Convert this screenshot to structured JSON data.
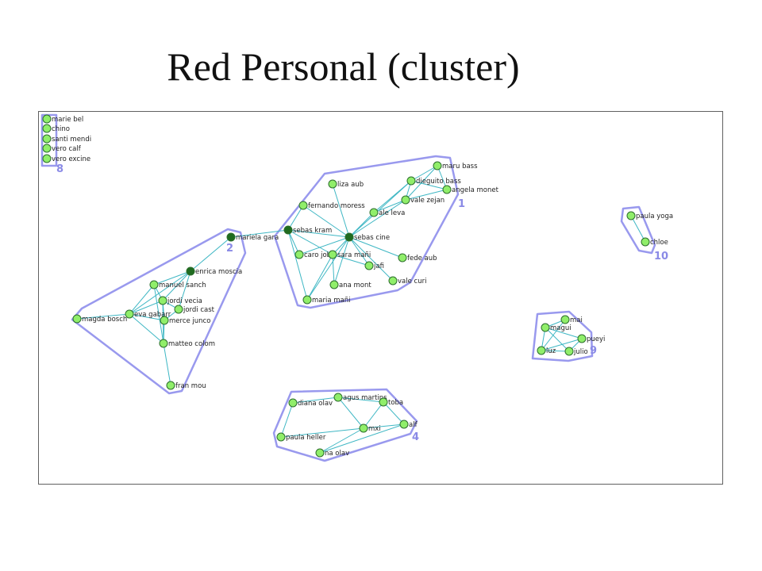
{
  "title": "Red Personal (cluster)",
  "colors": {
    "hull_stroke": "#9999ee",
    "hull_fill": "#ffffff",
    "edge": "#3fb7c4",
    "node": "#90ee6a",
    "hub_node": "#1f6b1f",
    "node_stroke": "#2c6e2c",
    "node_label": "#222222",
    "cluster_label": "#8a8ae6"
  },
  "graph": {
    "clusters": [
      {
        "id": "8",
        "label": "8"
      },
      {
        "id": "1",
        "label": "1"
      },
      {
        "id": "2",
        "label": "2"
      },
      {
        "id": "10",
        "label": "10"
      },
      {
        "id": "9",
        "label": "9"
      },
      {
        "id": "4",
        "label": "4"
      }
    ],
    "nodes": [
      {
        "id": "marie_bel",
        "label": "marie bel",
        "cluster": "8"
      },
      {
        "id": "chino",
        "label": "chino",
        "cluster": "8"
      },
      {
        "id": "santi_mendi",
        "label": "santi mendi",
        "cluster": "8"
      },
      {
        "id": "vero_calf",
        "label": "vero calf",
        "cluster": "8"
      },
      {
        "id": "vero_excine",
        "label": "vero excine",
        "cluster": "8"
      },
      {
        "id": "maru_bass",
        "label": "maru bass",
        "cluster": "1"
      },
      {
        "id": "dieguito_bass",
        "label": "dieguito bass",
        "cluster": "1"
      },
      {
        "id": "angela_monet",
        "label": "angela monet",
        "cluster": "1"
      },
      {
        "id": "vale_zejan",
        "label": "vale zejan",
        "cluster": "1"
      },
      {
        "id": "liza_aub",
        "label": "liza aub",
        "cluster": "1"
      },
      {
        "id": "fernando_moress",
        "label": "fernando moress",
        "cluster": "1"
      },
      {
        "id": "ale_leva",
        "label": "ale leva",
        "cluster": "1"
      },
      {
        "id": "sebas_kram",
        "label": "sebas kram",
        "cluster": "1",
        "hub": true
      },
      {
        "id": "sebas_cine",
        "label": "sebas cine",
        "cluster": "1",
        "hub": true
      },
      {
        "id": "caro_jobb",
        "label": "caro jobb",
        "cluster": "1"
      },
      {
        "id": "sara_mani",
        "label": "sara mañi",
        "cluster": "1"
      },
      {
        "id": "jafi",
        "label": "jafi",
        "cluster": "1"
      },
      {
        "id": "fede_aub",
        "label": "fede aub",
        "cluster": "1"
      },
      {
        "id": "ana_mont",
        "label": "ana mont",
        "cluster": "1"
      },
      {
        "id": "vale_curi",
        "label": "vale curi",
        "cluster": "1"
      },
      {
        "id": "maria_mani",
        "label": "maria mañi",
        "cluster": "1"
      },
      {
        "id": "mariela_gara",
        "label": "mariela gara",
        "cluster": "2",
        "hub": true
      },
      {
        "id": "enrica_moscia",
        "label": "enrica moscia",
        "cluster": "2",
        "hub": true
      },
      {
        "id": "manuel_sanch",
        "label": "manuel sanch",
        "cluster": "2"
      },
      {
        "id": "jordi_vecia",
        "label": "jordi vecia",
        "cluster": "2"
      },
      {
        "id": "jordi_cast",
        "label": "jordi cast",
        "cluster": "2"
      },
      {
        "id": "eva_gabarr",
        "label": "eva gabarr",
        "cluster": "2"
      },
      {
        "id": "merce_junco",
        "label": "merce junco",
        "cluster": "2"
      },
      {
        "id": "magda_bosch",
        "label": "magda bosch",
        "cluster": "2"
      },
      {
        "id": "matteo_colom",
        "label": "matteo colom",
        "cluster": "2"
      },
      {
        "id": "fran_mou",
        "label": "fran mou",
        "cluster": "2"
      },
      {
        "id": "paula_yoga",
        "label": "paula yoga",
        "cluster": "10"
      },
      {
        "id": "chloe",
        "label": "chloe",
        "cluster": "10"
      },
      {
        "id": "mai",
        "label": "mai",
        "cluster": "9"
      },
      {
        "id": "magui",
        "label": "magui",
        "cluster": "9"
      },
      {
        "id": "pueyi",
        "label": "pueyi",
        "cluster": "9"
      },
      {
        "id": "luz",
        "label": "luz",
        "cluster": "9"
      },
      {
        "id": "julio",
        "label": "julio",
        "cluster": "9"
      },
      {
        "id": "diana_olav",
        "label": "diana olav",
        "cluster": "4"
      },
      {
        "id": "agus_martins",
        "label": "agus martins",
        "cluster": "4"
      },
      {
        "id": "toba",
        "label": "toba",
        "cluster": "4"
      },
      {
        "id": "mxi",
        "label": "mxi",
        "cluster": "4"
      },
      {
        "id": "alf",
        "label": "alf",
        "cluster": "4"
      },
      {
        "id": "paula_heller",
        "label": "paula heller",
        "cluster": "4"
      },
      {
        "id": "na_olav",
        "label": "na olav",
        "cluster": "4"
      }
    ],
    "edges": [
      [
        "maru_bass",
        "dieguito_bass"
      ],
      [
        "maru_bass",
        "angela_monet"
      ],
      [
        "maru_bass",
        "vale_zejan"
      ],
      [
        "dieguito_bass",
        "angela_monet"
      ],
      [
        "dieguito_bass",
        "vale_zejan"
      ],
      [
        "dieguito_bass",
        "sebas_cine"
      ],
      [
        "dieguito_bass",
        "ale_leva"
      ],
      [
        "angela_monet",
        "vale_zejan"
      ],
      [
        "vale_zejan",
        "sebas_cine"
      ],
      [
        "vale_zejan",
        "ale_leva"
      ],
      [
        "liza_aub",
        "sebas_cine"
      ],
      [
        "fernando_moress",
        "sebas_kram"
      ],
      [
        "fernando_moress",
        "sebas_cine"
      ],
      [
        "ale_leva",
        "sebas_cine"
      ],
      [
        "sebas_kram",
        "sebas_cine"
      ],
      [
        "sebas_kram",
        "caro_jobb"
      ],
      [
        "sebas_kram",
        "sara_mani"
      ],
      [
        "sebas_kram",
        "maria_mani"
      ],
      [
        "sebas_kram",
        "mariela_gara"
      ],
      [
        "sebas_cine",
        "caro_jobb"
      ],
      [
        "sebas_cine",
        "sara_mani"
      ],
      [
        "sebas_cine",
        "jafi"
      ],
      [
        "sebas_cine",
        "fede_aub"
      ],
      [
        "sebas_cine",
        "ana_mont"
      ],
      [
        "sebas_cine",
        "vale_curi"
      ],
      [
        "sebas_cine",
        "maria_mani"
      ],
      [
        "sara_mani",
        "jafi"
      ],
      [
        "sara_mani",
        "ana_mont"
      ],
      [
        "sara_mani",
        "maria_mani"
      ],
      [
        "mariela_gara",
        "enrica_moscia"
      ],
      [
        "enrica_moscia",
        "manuel_sanch"
      ],
      [
        "enrica_moscia",
        "jordi_vecia"
      ],
      [
        "enrica_moscia",
        "jordi_cast"
      ],
      [
        "enrica_moscia",
        "eva_gabarr"
      ],
      [
        "manuel_sanch",
        "jordi_vecia"
      ],
      [
        "manuel_sanch",
        "eva_gabarr"
      ],
      [
        "manuel_sanch",
        "matteo_colom"
      ],
      [
        "jordi_vecia",
        "jordi_cast"
      ],
      [
        "jordi_vecia",
        "eva_gabarr"
      ],
      [
        "jordi_vecia",
        "merce_junco"
      ],
      [
        "jordi_vecia",
        "matteo_colom"
      ],
      [
        "jordi_cast",
        "merce_junco"
      ],
      [
        "eva_gabarr",
        "merce_junco"
      ],
      [
        "eva_gabarr",
        "matteo_colom"
      ],
      [
        "merce_junco",
        "matteo_colom"
      ],
      [
        "magda_bosch",
        "eva_gabarr"
      ],
      [
        "matteo_colom",
        "fran_mou"
      ],
      [
        "paula_yoga",
        "chloe"
      ],
      [
        "mai",
        "magui"
      ],
      [
        "mai",
        "luz"
      ],
      [
        "magui",
        "pueyi"
      ],
      [
        "magui",
        "luz"
      ],
      [
        "magui",
        "julio"
      ],
      [
        "pueyi",
        "luz"
      ],
      [
        "pueyi",
        "julio"
      ],
      [
        "luz",
        "julio"
      ],
      [
        "diana_olav",
        "agus_martins"
      ],
      [
        "agus_martins",
        "toba"
      ],
      [
        "agus_martins",
        "mxi"
      ],
      [
        "toba",
        "mxi"
      ],
      [
        "toba",
        "alf"
      ],
      [
        "mxi",
        "alf"
      ],
      [
        "mxi",
        "paula_heller"
      ],
      [
        "mxi",
        "na_olav"
      ],
      [
        "diana_olav",
        "paula_heller"
      ],
      [
        "na_olav",
        "alf"
      ]
    ]
  }
}
